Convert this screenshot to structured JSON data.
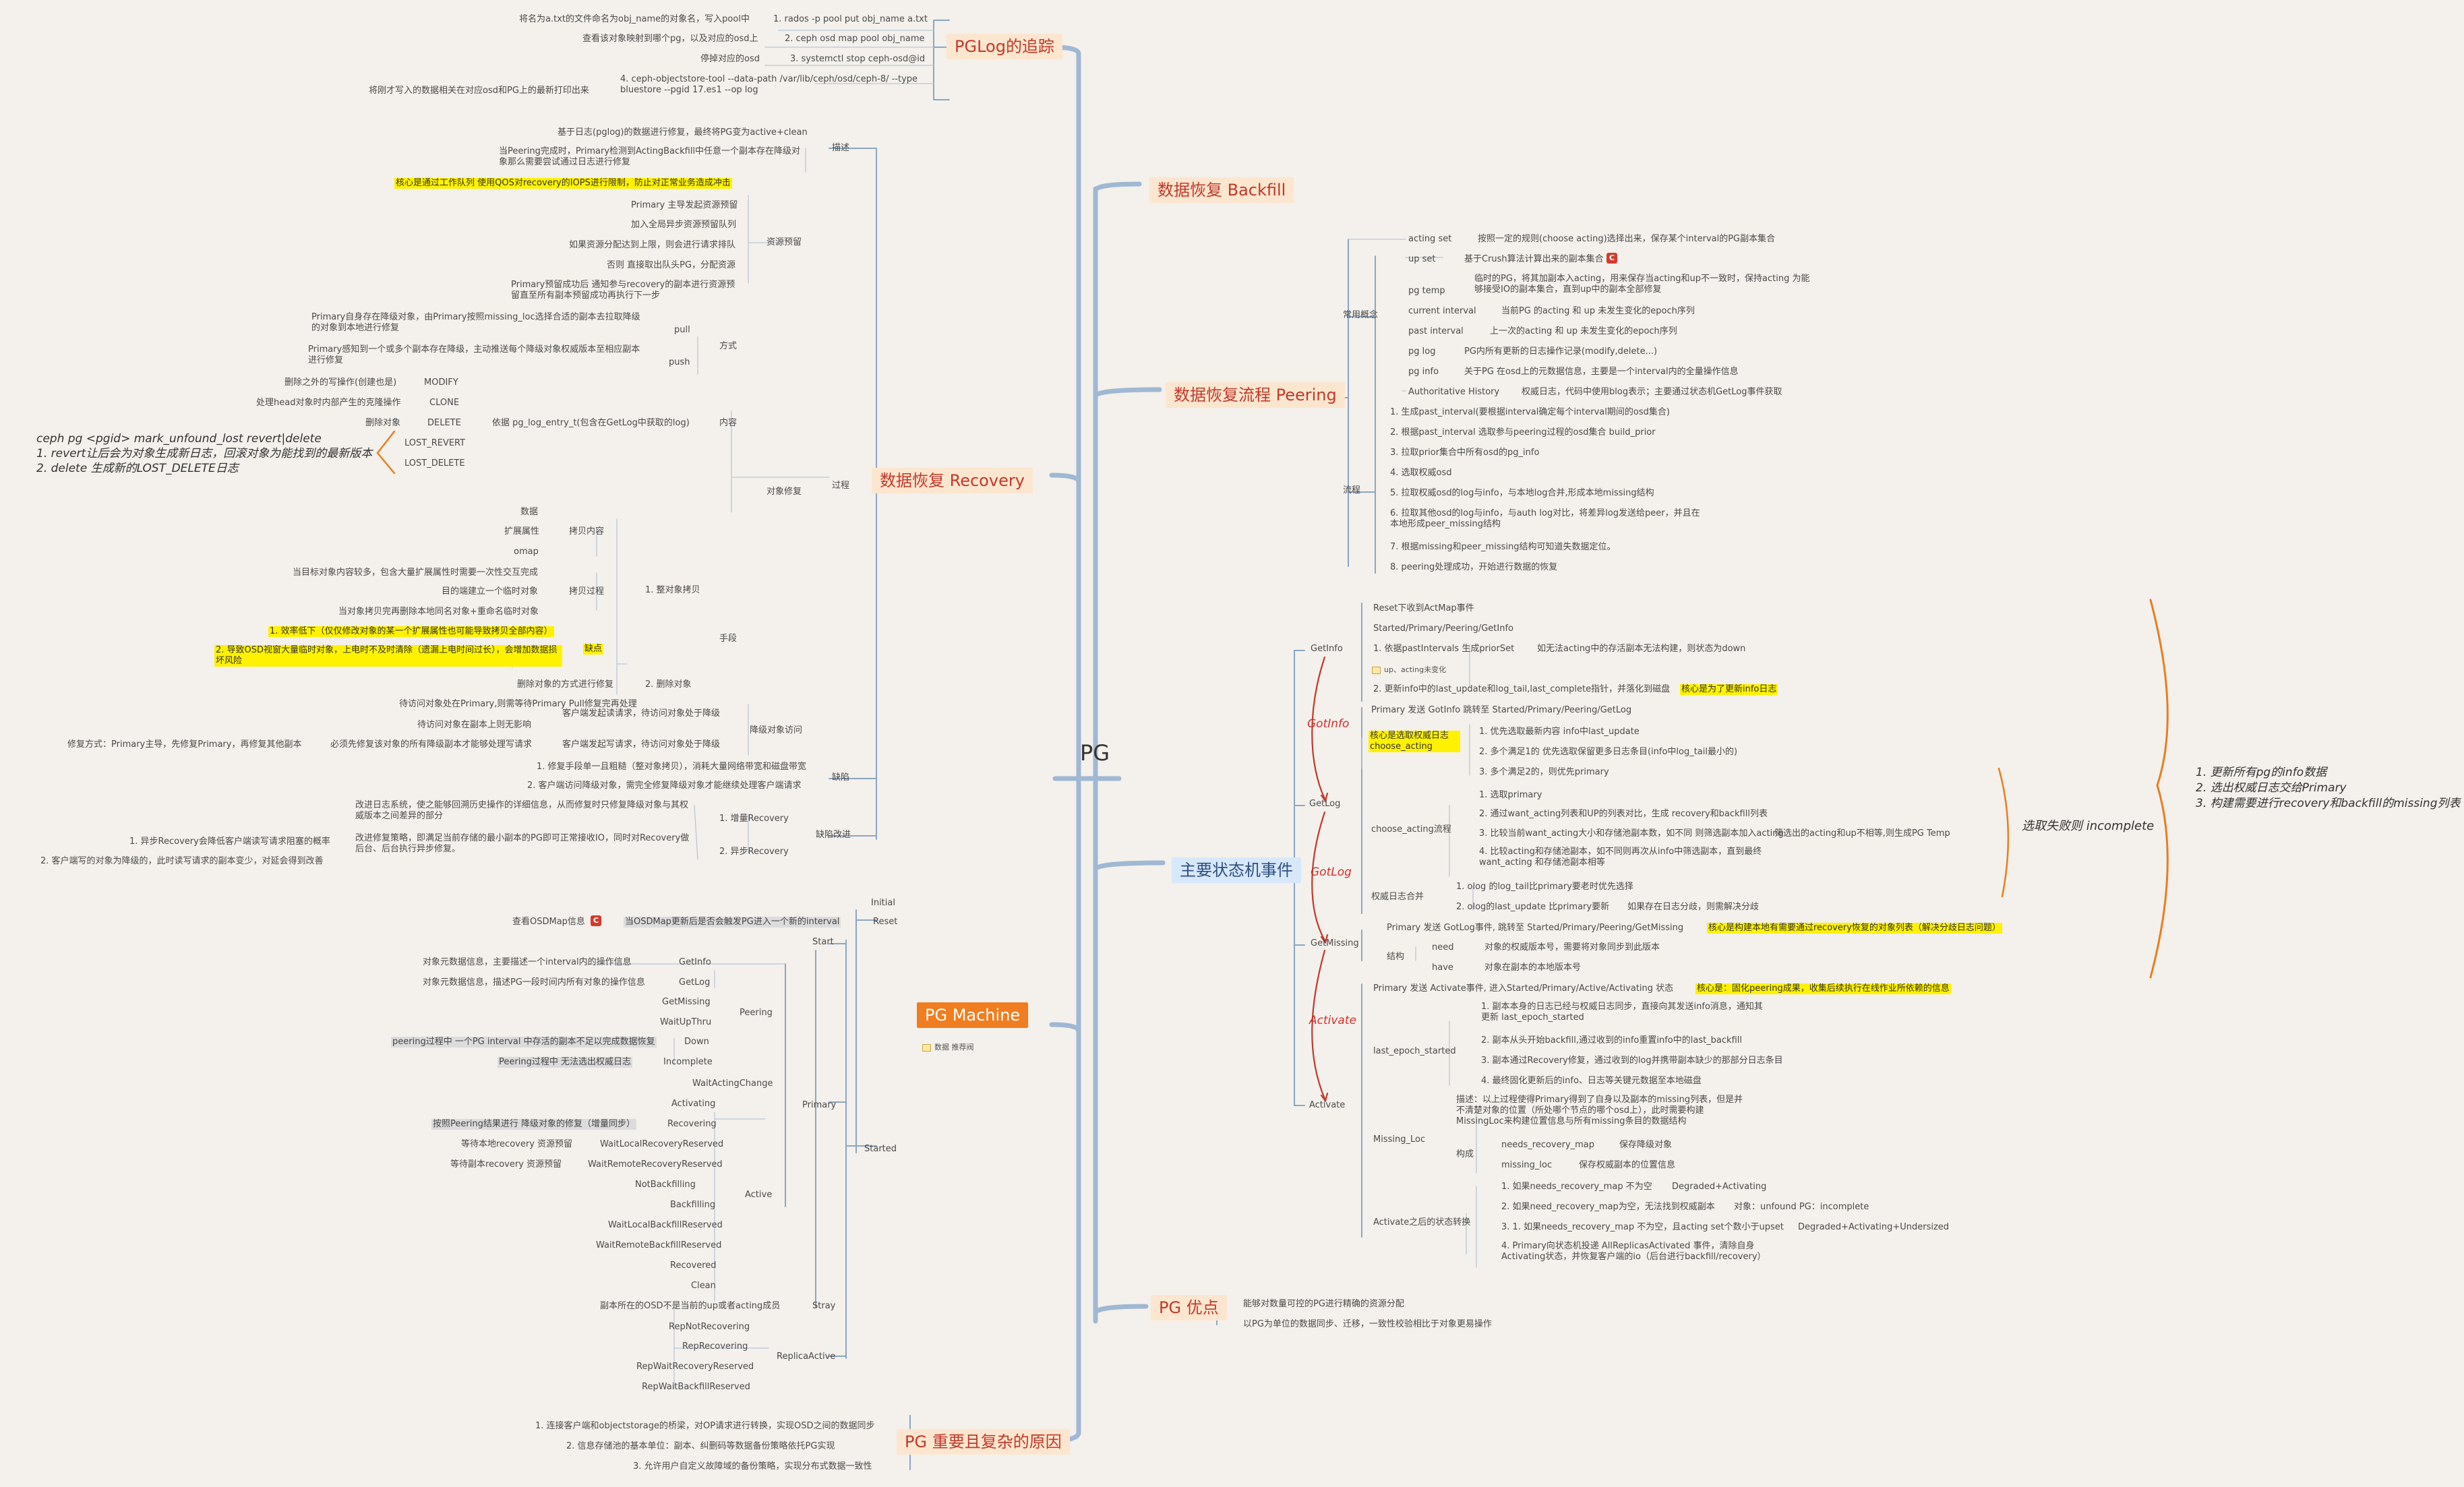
{
  "root": "PG",
  "pglog": {
    "title": "PGLog的追踪",
    "s1": "1. rados -p pool put obj_name a.txt",
    "s1d": "将名为a.txt的文件命名为obj_name的对象名，写入pool中",
    "s2": "2. ceph osd map pool obj_name",
    "s2d": "查看该对象映射到哪个pg，以及对应的osd上",
    "s3": "3. systemctl stop ceph-osd@id",
    "s3d": "停掉对应的osd",
    "s4": "4. ceph-objectstore-tool --data-path /var/lib/ceph/osd/ceph-8/ --type bluestore --pgid 17.es1 --op log",
    "s4d": "将刚才写入的数据相关在对应osd和PG上的最新打印出来"
  },
  "backfill": {
    "title": "数据恢复 Backfill"
  },
  "recovery": {
    "title": "数据恢复 Recovery",
    "desc": "描述",
    "desc1": "基于日志(pglog)的数据进行修复，最终将PG变为active+clean",
    "desc2": "当Peering完成时，Primary检测到ActingBackfill中任意一个副本存在降级对象那么需要尝试通过日志进行修复",
    "reserve": "资源预留",
    "res1": "核心是通过工作队列 使用QOS对recovery的IOPS进行限制，防止对正常业务造成冲击",
    "res2": "Primary 主导发起资源预留",
    "res3": "加入全局异步资源预留队列",
    "res4": "如果资源分配达到上限，则会进行请求排队",
    "res5": "否则 直接取出队头PG，分配资源",
    "res6": "Primary预留成功后 通知参与recovery的副本进行资源预留直至所有副本预留成功再执行下一步",
    "process": "过程",
    "repair": "对象修复",
    "method": "方式",
    "pull": "pull",
    "pulld": "Primary自身存在降级对象，由Primary按照missing_loc选择合适的副本去拉取降级的对象到本地进行修复",
    "push": "push",
    "pushd": "Primary感知到一个或多个副本存在降级，主动推送每个降级对象权威版本至相应副本进行修复",
    "content": "内容",
    "contentd": "依据 pg_log_entry_t(包含在GetLog中获取的log)",
    "modify": "MODIFY",
    "modifyd": "删除之外的写操作(创建也是)",
    "clone": "CLONE",
    "cloned": "处理head对象时内部产生的克隆操作",
    "delete": "DELETE",
    "deleted": "删除对象",
    "revert": "LOST_REVERT",
    "lostdel": "LOST_DELETE",
    "unfound1": "ceph pg <pgid> mark_unfound_lost revert|delete",
    "unfound2": "1. revert让后会为对象生成新日志，回滚对象为能找到的最新版本",
    "unfound3": "2. delete 生成新的LOST_DELETE日志",
    "steps": "手段",
    "whole": "1. 整对象拷贝",
    "copycontent": "拷贝内容",
    "cc1": "数据",
    "cc2": "扩展属性",
    "cc3": "omap",
    "copyproc": "拷贝过程",
    "cp1": "当目标对象内容较多，包含大量扩展属性时需要一次性交互完成",
    "cp2": "目的端建立一个临时对象",
    "cp3": "当对象拷贝完再删除本地同名对象+重命名临时对象",
    "defect": "缺点",
    "df1": "1. 效率低下（仅仅修改对象的某一个扩展属性也可能导致拷贝全部内容）",
    "df2": "2. 导致OSD视窗大量临时对象，上电时不及时清除（遗漏上电时间过长），会增加数据损坏风险",
    "del2": "2. 删除对象",
    "del2d": "删除对象的方式进行修复",
    "degraded": "降级对象访问",
    "dg1": "待访问对象处在Primary,则需等待Primary Pull修复完再处理",
    "dg2": "客户端发起读请求，待访问对象处于降级",
    "dg3": "待访问对象在副本上则无影响",
    "dg4": "客户端发起写请求，待访问对象处于降级",
    "dg5": "必须先修复该对象的所有降级副本才能够处理写请求",
    "dg6": "修复方式：Primary主导，先修复Primary，再修复其他副本",
    "flaw": "缺陷",
    "fl1": "1. 修复手段单一且粗糙（整对象拷贝），消耗大量网络带宽和磁盘带宽",
    "fl2": "2. 客户端访问降级对象，需完全修复降级对象才能继续处理客户端请求",
    "improve": "缺陷改进",
    "inc": "1. 增量Recovery",
    "incd": "改进日志系统，使之能够回溯历史操作的详细信息，从而修复时只修复降级对象与其权威版本之间差异的部分",
    "async": "2. 异步Recovery",
    "asyncd": "改进修复策略，即满足当前存储的最小副本的PG即可正常接收IO，同时对Recovery做后台、后台执行异步修复。",
    "async1": "1. 异步Recovery会降低客户端读写请求阻塞的概率",
    "async2": "2. 客户端写的对象为降级的，此时读写请求的副本变少，对延会得到改善"
  },
  "machine": {
    "title": "PG Machine",
    "noteicon": "数据 推荐阀",
    "initial": "Initial",
    "reset": "Reset",
    "resetd": "当OSDMap更新后是否会触发PG进入一个新的interval",
    "resetq": "查看OSDMap信息",
    "start": "Start",
    "started": "Started",
    "primary": "Primary",
    "peering": "Peering",
    "getinfo": "GetInfo",
    "getinfod": "对象元数据信息，主要描述一个interval内的操作信息",
    "getlog": "GetLog",
    "getlogd": "对象元数据信息，描述PG一段时间内所有对象的操作信息",
    "getmissing": "GetMissing",
    "waitup": "WaitUpThru",
    "down": "Down",
    "downd": "peering过程中 一个PG interval 中存活的副本不足以完成数据恢复",
    "incomplete": "Incomplete",
    "incompleted": "Peering过程中 无法选出权威日志",
    "wac": "WaitActingChange",
    "active": "Active",
    "activating": "Activating",
    "recovering": "Recovering",
    "recoveringd": "按照Peering结果进行 降级对象的修复（增量同步）",
    "wlrr": "WaitLocalRecoveryReserved",
    "wlrrd": "等待本地recovery 资源预留",
    "wrrr": "WaitRemoteRecoveryReserved",
    "wrrrd": "等待副本recovery 资源预留",
    "nbf": "NotBackfilling",
    "backfilling": "Backfilling",
    "wlbr": "WaitLocalBackfillReserved",
    "wrbr": "WaitRemoteBackfillReserved",
    "recovered": "Recovered",
    "clean": "Clean",
    "stray": "Stray",
    "strayd": "副本所在的OSD不是当前的up或者acting成员",
    "replica": "ReplicaActive",
    "rnr": "RepNotRecovering",
    "rr": "RepRecovering",
    "rwrr": "RepWaitRecoveryReserved",
    "rwbr": "RepWaitBackfillReserved"
  },
  "complex": {
    "title": "PG 重要且复杂的原因",
    "c1": "1. 连接客户端和objectstorage的桥梁，对OP请求进行转换，实现OSD之间的数据同步",
    "c2": "2. 信息存储池的基本单位：副本、纠删码等数据备份策略依托PG实现",
    "c3": "3. 允许用户自定义故障域的备份策略，实现分布式数据一致性"
  },
  "peering": {
    "title": "数据恢复流程 Peering",
    "concept": "常用概念",
    "acting": "acting set",
    "actingd": "按照一定的规则(choose acting)选择出来，保存某个interval的PG副本集合",
    "up": "up set",
    "upd": "基于Crush算法计算出来的副本集合",
    "temp": "pg temp",
    "tempd": "临时的PG，将其加副本入acting，用来保存当acting和up不一致时，保持acting 为能够接受IO的副本集合，直到up中的副本全部修复",
    "cur": "current interval",
    "curd": "当前PG 的acting 和 up 未发生变化的epoch序列",
    "past": "past interval",
    "pastd": "上一次的acting 和 up 未发生变化的epoch序列",
    "log": "pg log",
    "logd": "PG内所有更新的日志操作记录(modify,delete...)",
    "info": "pg info",
    "infod": "关于PG 在osd上的元数据信息，主要是一个interval内的全量操作信息",
    "auth": "Authoritative History",
    "authd": "权威日志，代码中使用blog表示；主要通过状态机GetLog事件获取",
    "flow": "流程",
    "f1": "1. 生成past_interval(要根据interval确定每个interval期间的osd集合)",
    "f2": "2. 根据past_interval 选取参与peering过程的osd集合 build_prior",
    "f3": "3. 拉取prior集合中所有osd的pg_info",
    "f4": "4. 选取权威osd",
    "f5": "5. 拉取权威osd的log与info，与本地log合并,形成本地missing结构",
    "f6": "6. 拉取其他osd的log与info，与auth log对比，将差异log发送给peer，并且在本地形成peer_missing结构",
    "f7": "7. 根据missing和peer_missing结构可知道失数据定位。",
    "f8": "8. peering处理成功，开始进行数据的恢复"
  },
  "sm": {
    "title": "主要状态机事件",
    "getinfo": "GetInfo",
    "gi1": "Reset下收到ActMap事件",
    "gi2": "Started/Primary/Peering/GetInfo",
    "gi3": "1. 依据pastIntervals 生成priorSet",
    "gi3d": "如无法acting中的存活副本无法构建，则状态为down",
    "gi3n": "up、acting未变化",
    "gi4": "2. 更新info中的last_update和log_tail,last_complete指针，并落化到磁盘",
    "gi4d": "核心是为了更新info日志",
    "gitrans": "GotInfo",
    "getlog": "GetLog",
    "gl1": "Primary 发送 GotInfo 跳转至  Started/Primary/Peering/GetLog",
    "gl2": "核心是选取权威日志 choose_acting",
    "gl21": "1. 优先选取最新内容 info中last_update",
    "gl22": "2. 多个满足1的 优先选取保留更多日志条目(info中log_tail最小的)",
    "gl23": "3. 多个满足2的，则优先primary",
    "gl3": "choose_acting流程",
    "gl31": "1. 选取primary",
    "gl32": "2. 通过want_acting列表和UP的列表对比，生成 recovery和backfill列表",
    "gl33": "3. 比较当前want_acting大小和存储池副本数，如不同 则筛选副本加入acting",
    "gl33d": "筛选出的acting和up不相等,则生成PG Temp",
    "gl34": "4. 比较acting和存储池副本，如不同则再次从info中筛选副本，直到最终want_acting 和存储池副本相等",
    "gl4": "权威日志合并",
    "gl41": "1. olog 的log_tail比primary要老时优先选择",
    "gl42": "2. olog的last_update 比primary要新",
    "gl42d": "如果存在日志分歧，则需解决分歧",
    "gltrans": "GotLog",
    "getmissing": "GetMissing",
    "gm1": "Primary 发送 GotLog事件, 跳转至 Started/Primary/Peering/GetMissing",
    "gm1d": "核心是构建本地有需要通过recovery恢复的对象列表（解决分歧日志问题）",
    "gm2": "结构",
    "gm21": "need",
    "gm21d": "对象的权威版本号，需要将对象同步到此版本",
    "gm22": "have",
    "gm22d": "对象在副本的本地版本号",
    "gmtrans": "Activate",
    "activate": "Activate",
    "ac1": "Primary 发送 Activate事件, 进入Started/Primary/Active/Activating 状态",
    "ac1d": "核心是：固化peering成果，收集后续执行在线作业所依赖的信息",
    "ac2": "last_epoch_started",
    "ac21": "1. 副本本身的日志已经与权威日志同步，直接向其发送info消息，通知其更新 last_epoch_started",
    "ac22": "2. 副本从头开始backfill,通过收到的info重置info中的last_backfill",
    "ac23": "3. 副本通过Recovery修复，通过收到的log并携带副本缺少的那部分日志条目",
    "ac24": "4. 最终固化更新后的info、日志等关键元数据至本地磁盘",
    "ac3": "Missing_Loc",
    "ac3d": "描述：以上过程使得Primary得到了自身以及副本的missing列表，但是并不清楚对象的位置（所处哪个节点的哪个osd上），此时需要构建MissingLoc来构建位置信息与所有missing条目的数据结构",
    "ac3s": "构成",
    "ac31": "needs_recovery_map",
    "ac31d": "保存降级对象",
    "ac32": "missing_loc",
    "ac32d": "保存权威副本的位置信息",
    "ac4": "Activate之后的状态转换",
    "ac41": "1. 如果needs_recovery_map 不为空",
    "ac41d": "Degraded+Activating",
    "ac42": "2. 如果need_recovery_map为空，无法找到权威副本",
    "ac42d": "对象：unfound PG：incomplete",
    "ac43": "3. 1. 如果needs_recovery_map 不为空，且acting set个数小于upset",
    "ac43d": "Degraded+Activating+Undersized",
    "ac44": "4. Primary向状态机投递 AllReplicasActivated 事件，清除自身Activating状态，并恢复客户端的io（后台进行backfill/recovery）",
    "incomplete": "选取失败则 incomplete",
    "sum1": "1. 更新所有pg的info数据",
    "sum2": "2. 选出权威日志交给Primary",
    "sum3": "3. 构建需要进行recovery和backfill的missing列表"
  },
  "merit": {
    "title": "PG 优点",
    "m1": "能够对数量可控的PG进行精确的资源分配",
    "m2": "以PG为单位的数据同步、迁移，一致性校验相比于对象更易操作"
  }
}
